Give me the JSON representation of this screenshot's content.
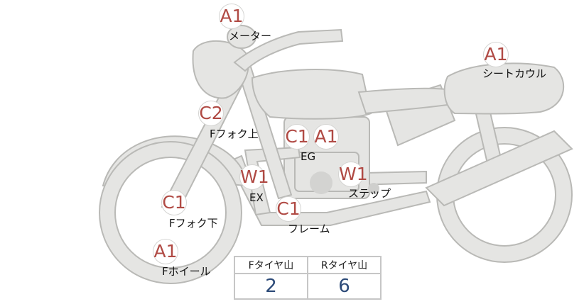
{
  "points": [
    {
      "id": "meter",
      "grade": "A1",
      "label": "メーター"
    },
    {
      "id": "seat-cowl",
      "grade": "A1",
      "label": "シートカウル"
    },
    {
      "id": "front-fork-upper",
      "grade": "C2",
      "label": "Fフォク上"
    },
    {
      "id": "engine",
      "grades": [
        "C1",
        "A1"
      ],
      "label": "EG"
    },
    {
      "id": "exhaust",
      "grade": "W1",
      "label": "EX"
    },
    {
      "id": "step",
      "grade": "W1",
      "label": "ステップ"
    },
    {
      "id": "front-fork-lower",
      "grade": "C1",
      "label": "Fフォク下"
    },
    {
      "id": "frame",
      "grade": "C1",
      "label": "フレーム"
    },
    {
      "id": "front-wheel",
      "grade": "A1",
      "label": "Fホイール"
    }
  ],
  "tire_table": {
    "headers": [
      "Fタイヤ山",
      "Rタイヤ山"
    ],
    "values": [
      "2",
      "6"
    ]
  },
  "colors": {
    "bike_fill": "#e5e5e3",
    "bike_outline": "#b9b9b6",
    "grade_text": "#b04a44",
    "table_value": "#2c4a78"
  }
}
